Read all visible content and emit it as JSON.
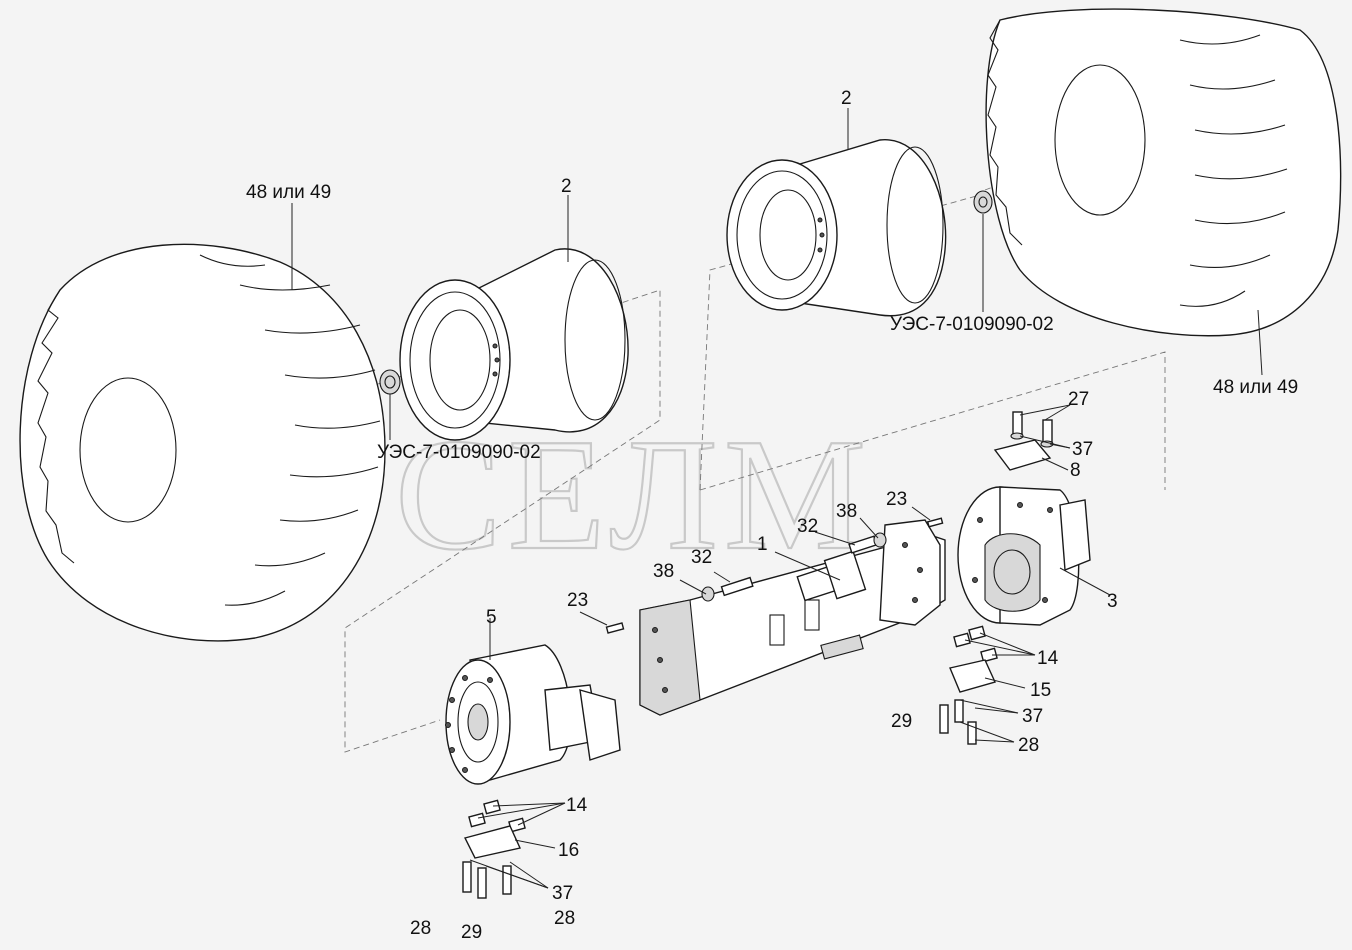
{
  "watermark": "СЕЛМ",
  "labels": {
    "tire_left": "48 или 49",
    "tire_right": "48 или 49",
    "rim_left": "2",
    "rim_right": "2",
    "nut_left": "УЭС-7-0109090-02",
    "nut_right": "УЭС-7-0109090-02",
    "axle_beam": "1",
    "reducer_right": "3",
    "reducer_left": "5",
    "bolt_32_a": "32",
    "bolt_32_b": "32",
    "washer_38_a": "38",
    "washer_38_b": "38",
    "pin_23_a": "23",
    "pin_23_b": "23",
    "bolt_27": "27",
    "washer_37_a": "37",
    "washer_37_b": "37",
    "washer_37_c": "37",
    "plate_8": "8",
    "pad_14_a": "14",
    "pad_14_b": "14",
    "bracket_15": "15",
    "bracket_16": "16",
    "bolt_29_a": "29",
    "bolt_29_b": "29",
    "bolt_28_a": "28",
    "bolt_28_b": "28",
    "bolt_28_c": "28"
  }
}
